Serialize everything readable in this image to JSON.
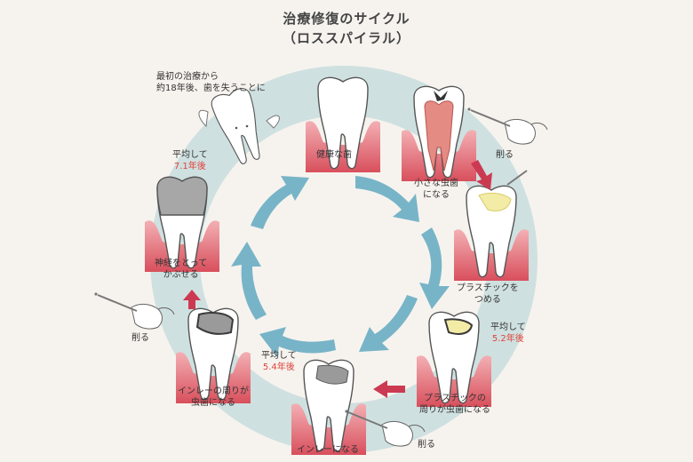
{
  "title": {
    "line1": "治療修復のサイクル",
    "line2": "（ロススパイラル）"
  },
  "stages": {
    "healthy": "健康な歯",
    "small_cavity_1": "小さな虫歯",
    "small_cavity_2": "になる",
    "plastic_fill_1": "プラスチックを",
    "plastic_fill_2": "つめる",
    "plastic_decay_1": "プラスチックの",
    "plastic_decay_2": "周りが虫歯になる",
    "inlay": "インレーになる",
    "inlay_decay_1": "インレーの周りが",
    "inlay_decay_2": "虫歯になる",
    "crown_1": "神経をとって",
    "crown_2": "かぶせる",
    "lost_1": "最初の治療から",
    "lost_2": "約18年後、歯を失うことに"
  },
  "durations": [
    {
      "prefix": "平均して",
      "value": "5.2年後"
    },
    {
      "prefix": "平均して",
      "value": "5.4年後"
    },
    {
      "prefix": "平均して",
      "value": "7.1年後"
    }
  ],
  "drill_labels": [
    "削る",
    "削る",
    "削る"
  ],
  "colors": {
    "ring": "#cfe0e0",
    "arrow": "#78b4c8",
    "gum": "#e0717a",
    "red_arrow": "#cc3a52",
    "red_text": "#e0433c"
  }
}
